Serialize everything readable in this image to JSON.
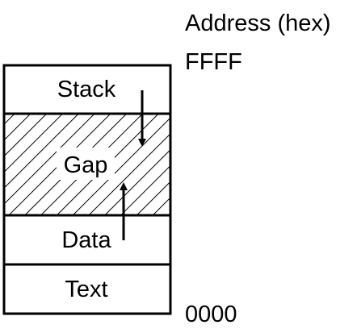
{
  "header": {
    "address_label": "Address (hex)",
    "top_address": "FFFF",
    "bottom_address": "0000"
  },
  "segments": [
    {
      "label": "Stack",
      "pattern": "solid"
    },
    {
      "label": "Gap",
      "pattern": "hatched"
    },
    {
      "label": "Data",
      "pattern": "solid"
    },
    {
      "label": "Text",
      "pattern": "solid"
    }
  ],
  "colors": {
    "stroke": "#000000",
    "fill": "#ffffff",
    "text": "#000000"
  }
}
